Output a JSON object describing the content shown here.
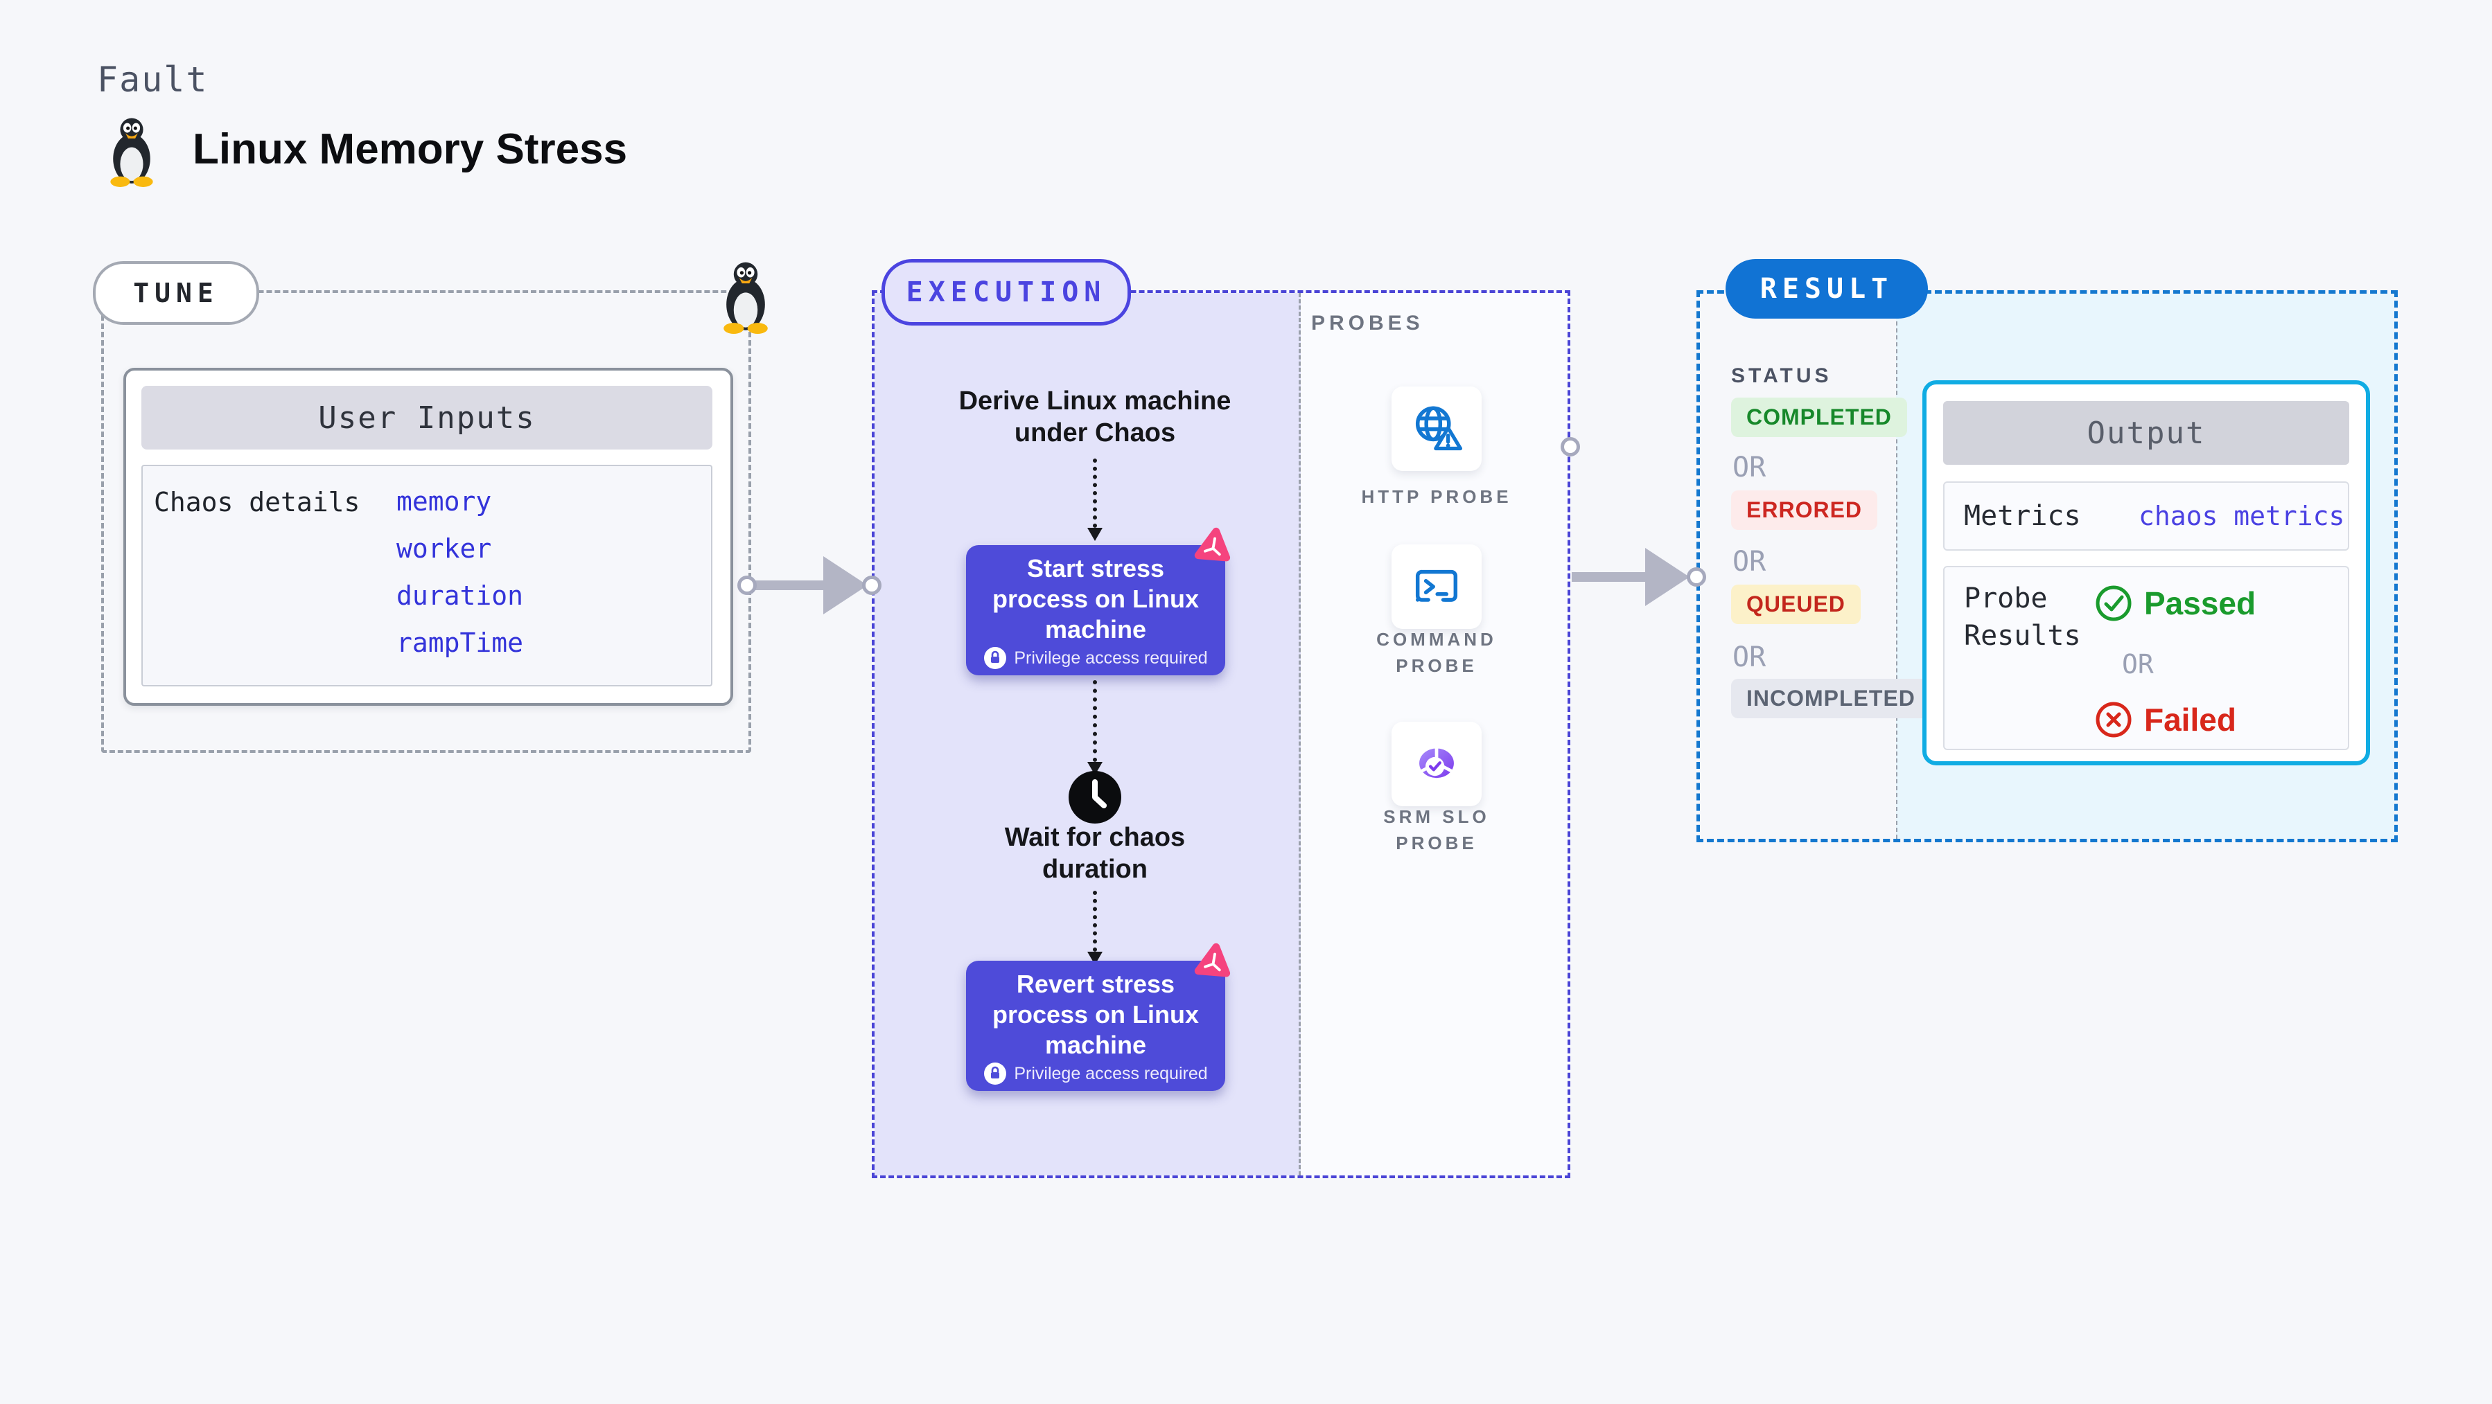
{
  "header": {
    "kicker": "Fault",
    "title": "Linux Memory Stress"
  },
  "tune": {
    "label": "TUNE",
    "card_header": "User Inputs",
    "row_label": "Chaos details",
    "values": [
      "memory",
      "worker",
      "duration",
      "rampTime"
    ]
  },
  "execution": {
    "label": "EXECUTION",
    "derive_lines": [
      "Derive Linux machine",
      "under Chaos"
    ],
    "wait_lines": [
      "Wait for chaos",
      "duration"
    ],
    "nodes": [
      {
        "lines": [
          "Start stress",
          "process on Linux",
          "machine"
        ],
        "badge": "Privilege access required"
      },
      {
        "lines": [
          "Revert stress",
          "process on Linux",
          "machine"
        ],
        "badge": "Privilege access required"
      }
    ]
  },
  "probes": {
    "label": "PROBES",
    "items": [
      {
        "icon": "globe-alert-icon",
        "lines": [
          "HTTP PROBE",
          ""
        ]
      },
      {
        "icon": "terminal-icon",
        "lines": [
          "COMMAND",
          "PROBE"
        ]
      },
      {
        "icon": "slo-donut-icon",
        "lines": [
          "SRM SLO",
          "PROBE"
        ]
      }
    ]
  },
  "result": {
    "label": "RESULT",
    "status_label": "STATUS",
    "or": "OR",
    "statuses": [
      {
        "text": "COMPLETED",
        "bg": "#def3de",
        "fg": "#17882a"
      },
      {
        "text": "ERRORED",
        "bg": "#fdebeb",
        "fg": "#cd2721"
      },
      {
        "text": "QUEUED",
        "bg": "#fcf1c9",
        "fg": "#c3261c"
      },
      {
        "text": "INCOMPLETED",
        "bg": "#e6e8ef",
        "fg": "#5c6473"
      }
    ],
    "output": {
      "header": "Output",
      "metrics_label": "Metrics",
      "metrics_value": "chaos metrics",
      "probe_results_lines": [
        "Probe",
        "Results"
      ],
      "passed": "Passed",
      "failed": "Failed"
    }
  },
  "colors": {
    "page_bg": "#f6f7fa",
    "accent_indigo": "#4b44e0",
    "node_indigo": "#4e4bd9",
    "lavender": "#e3e3fa",
    "gray_dash": "#99a0ab",
    "accent_blue": "#1173d4",
    "result_dash": "#1478cf",
    "light_blue": "#e8f6fd",
    "cyan_border": "#10ace3",
    "pink": "#f5437e",
    "green": "#1a9b2d",
    "red": "#d8271b",
    "value_blue": "#3333da",
    "metrics_violet": "#4a41e2",
    "probe_icon_blue": "#1277d2"
  }
}
